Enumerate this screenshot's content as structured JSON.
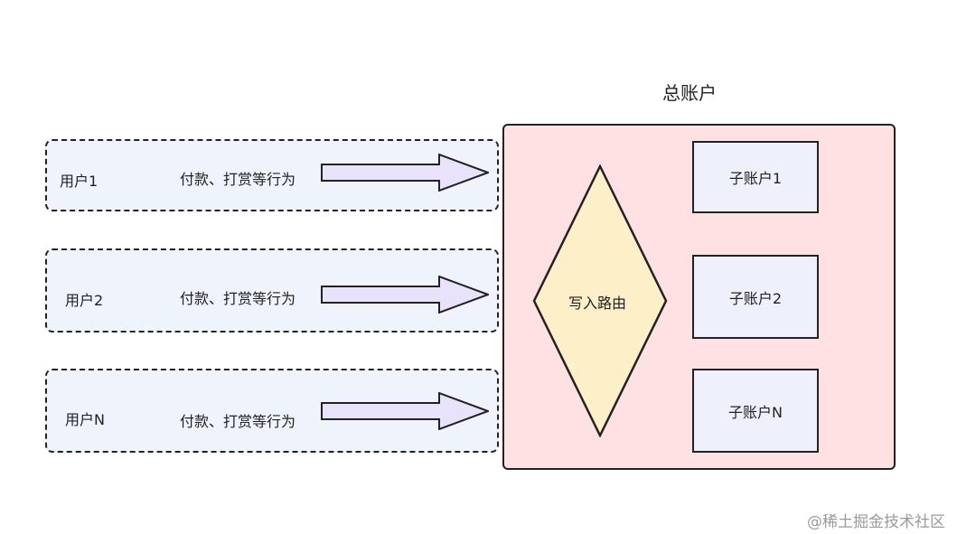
{
  "main_account": {
    "title": "总账户",
    "router_label": "写入路由",
    "sub_accounts": [
      {
        "label": "子账户1"
      },
      {
        "label": "子账户2"
      },
      {
        "label": "子账户N"
      }
    ]
  },
  "users": [
    {
      "label": "用户1",
      "action": "付款、打赏等行为"
    },
    {
      "label": "用户2",
      "action": "付款、打赏等行为"
    },
    {
      "label": "用户N",
      "action": "付款、打赏等行为"
    }
  ],
  "watermark": "@稀土掘金技术社区",
  "colors": {
    "user_box_fill": "#eef3fc",
    "main_box_fill": "#ffe0e3",
    "router_fill": "#fdf0c8",
    "sub_box_fill": "#eef1fb",
    "arrow_fill": "#e8e3fb"
  }
}
